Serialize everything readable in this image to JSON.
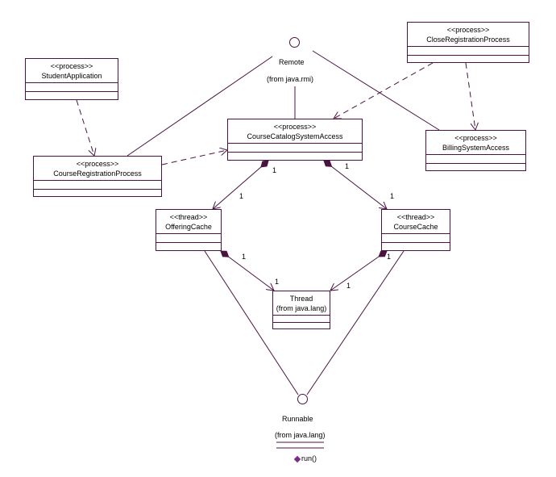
{
  "colors": {
    "line": "#4a1340",
    "box_border": "#4a1340",
    "op_icon": "#7a2a8a"
  },
  "interfaces": {
    "remote": {
      "name": "Remote",
      "package": "(from java.rmi)"
    },
    "runnable": {
      "name": "Runnable",
      "package": "(from java.lang)",
      "operation": "run()"
    }
  },
  "classes": {
    "student_application": {
      "stereotype": "<<process>>",
      "name": "StudentApplication"
    },
    "course_registration_process": {
      "stereotype": "<<process>>",
      "name": "CourseRegistrationProcess"
    },
    "course_catalog_system_access": {
      "stereotype": "<<process>>",
      "name": "CourseCatalogSystemAccess"
    },
    "close_registration_process": {
      "stereotype": "<<process>>",
      "name": "CloseRegistrationProcess"
    },
    "billing_system_access": {
      "stereotype": "<<process>>",
      "name": "BillingSystemAccess"
    },
    "offering_cache": {
      "stereotype": "<<thread>>",
      "name": "OfferingCache"
    },
    "course_cache": {
      "stereotype": "<<thread>>",
      "name": "CourseCache"
    },
    "thread": {
      "name": "Thread",
      "package": "(from java.lang)"
    }
  },
  "multiplicities": {
    "catalog_offering_src": "1",
    "catalog_offering_dst": "1",
    "catalog_course_src": "1",
    "catalog_course_dst": "1",
    "offering_thread_src": "1",
    "offering_thread_dst": "1",
    "course_thread_src": "1",
    "course_thread_dst": "1"
  }
}
